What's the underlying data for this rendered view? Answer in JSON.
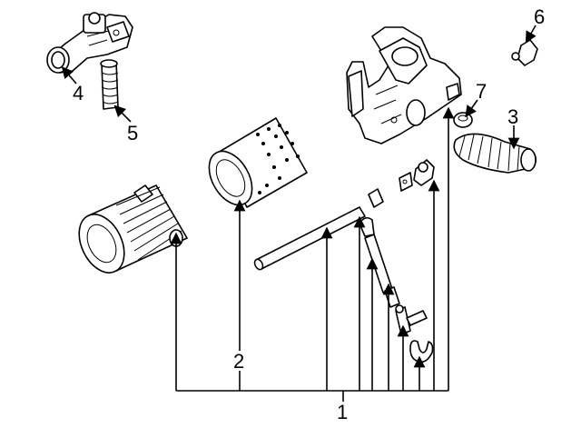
{
  "callouts": {
    "c1": "1",
    "c2": "2",
    "c3": "3",
    "c4": "4",
    "c5": "5",
    "c6": "6",
    "c7": "7"
  },
  "line_color": "#000000",
  "background": "#ffffff"
}
